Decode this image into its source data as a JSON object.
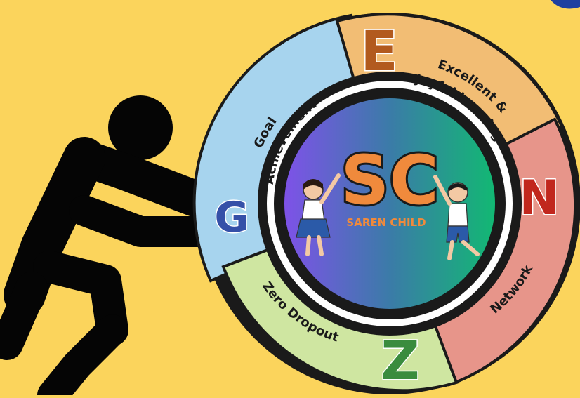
{
  "center": {
    "logo_text": "SC",
    "subtitle": "SAREN CHILD"
  },
  "segments": [
    {
      "letter": "G",
      "label_line1": "Goal",
      "label_line2": "Achievement",
      "color": "#a7d4ee",
      "letter_color": "#3550a8"
    },
    {
      "letter": "E",
      "label_line1": "Excellent &",
      "label_line2": "Joyful learning",
      "color": "#f2bd74",
      "letter_color": "#b25a1e"
    },
    {
      "letter": "N",
      "label_line1": "Network",
      "label_line2": "",
      "color": "#e7958a",
      "letter_color": "#c1271d"
    },
    {
      "letter": "Z",
      "label_line1": "Zero Dropout",
      "label_line2": "",
      "color": "#cfe6a1",
      "letter_color": "#3a8c3e"
    }
  ],
  "colors": {
    "background": "#fbd45c",
    "figure": "#050505",
    "ring_outline": "#1a1a1a",
    "logo_fill": "#f08a3c",
    "center_gradient_start": "#7e52e8",
    "center_gradient_end": "#12b873"
  },
  "icons": {
    "pushing_figure": "person-pushing-icon",
    "child_left": "girl-holding-icon",
    "child_right": "boy-holding-icon"
  }
}
